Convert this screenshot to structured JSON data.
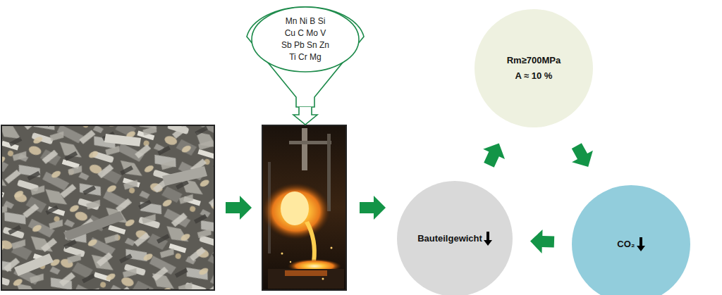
{
  "diagram": {
    "nodes": [
      {
        "text": [
          "Mn Ni B Si Cu C Mo V Sb Pb Sn Zn Ti Cr Mg"
        ]
      },
      {
        "text": [
          "Rm≥700MPa",
          "A ≈ 10 %"
        ]
      },
      {
        "text": [
          "Bauteilgewicht"
        ]
      },
      {
        "text": [
          "CO₂"
        ]
      }
    ],
    "edges": [
      {
        "from": 2,
        "to": 1,
        "arrow": "to"
      },
      {
        "from": 1,
        "to": 3,
        "arrow": "to"
      },
      {
        "from": 3,
        "to": 2,
        "arrow": "to"
      }
    ]
  }
}
